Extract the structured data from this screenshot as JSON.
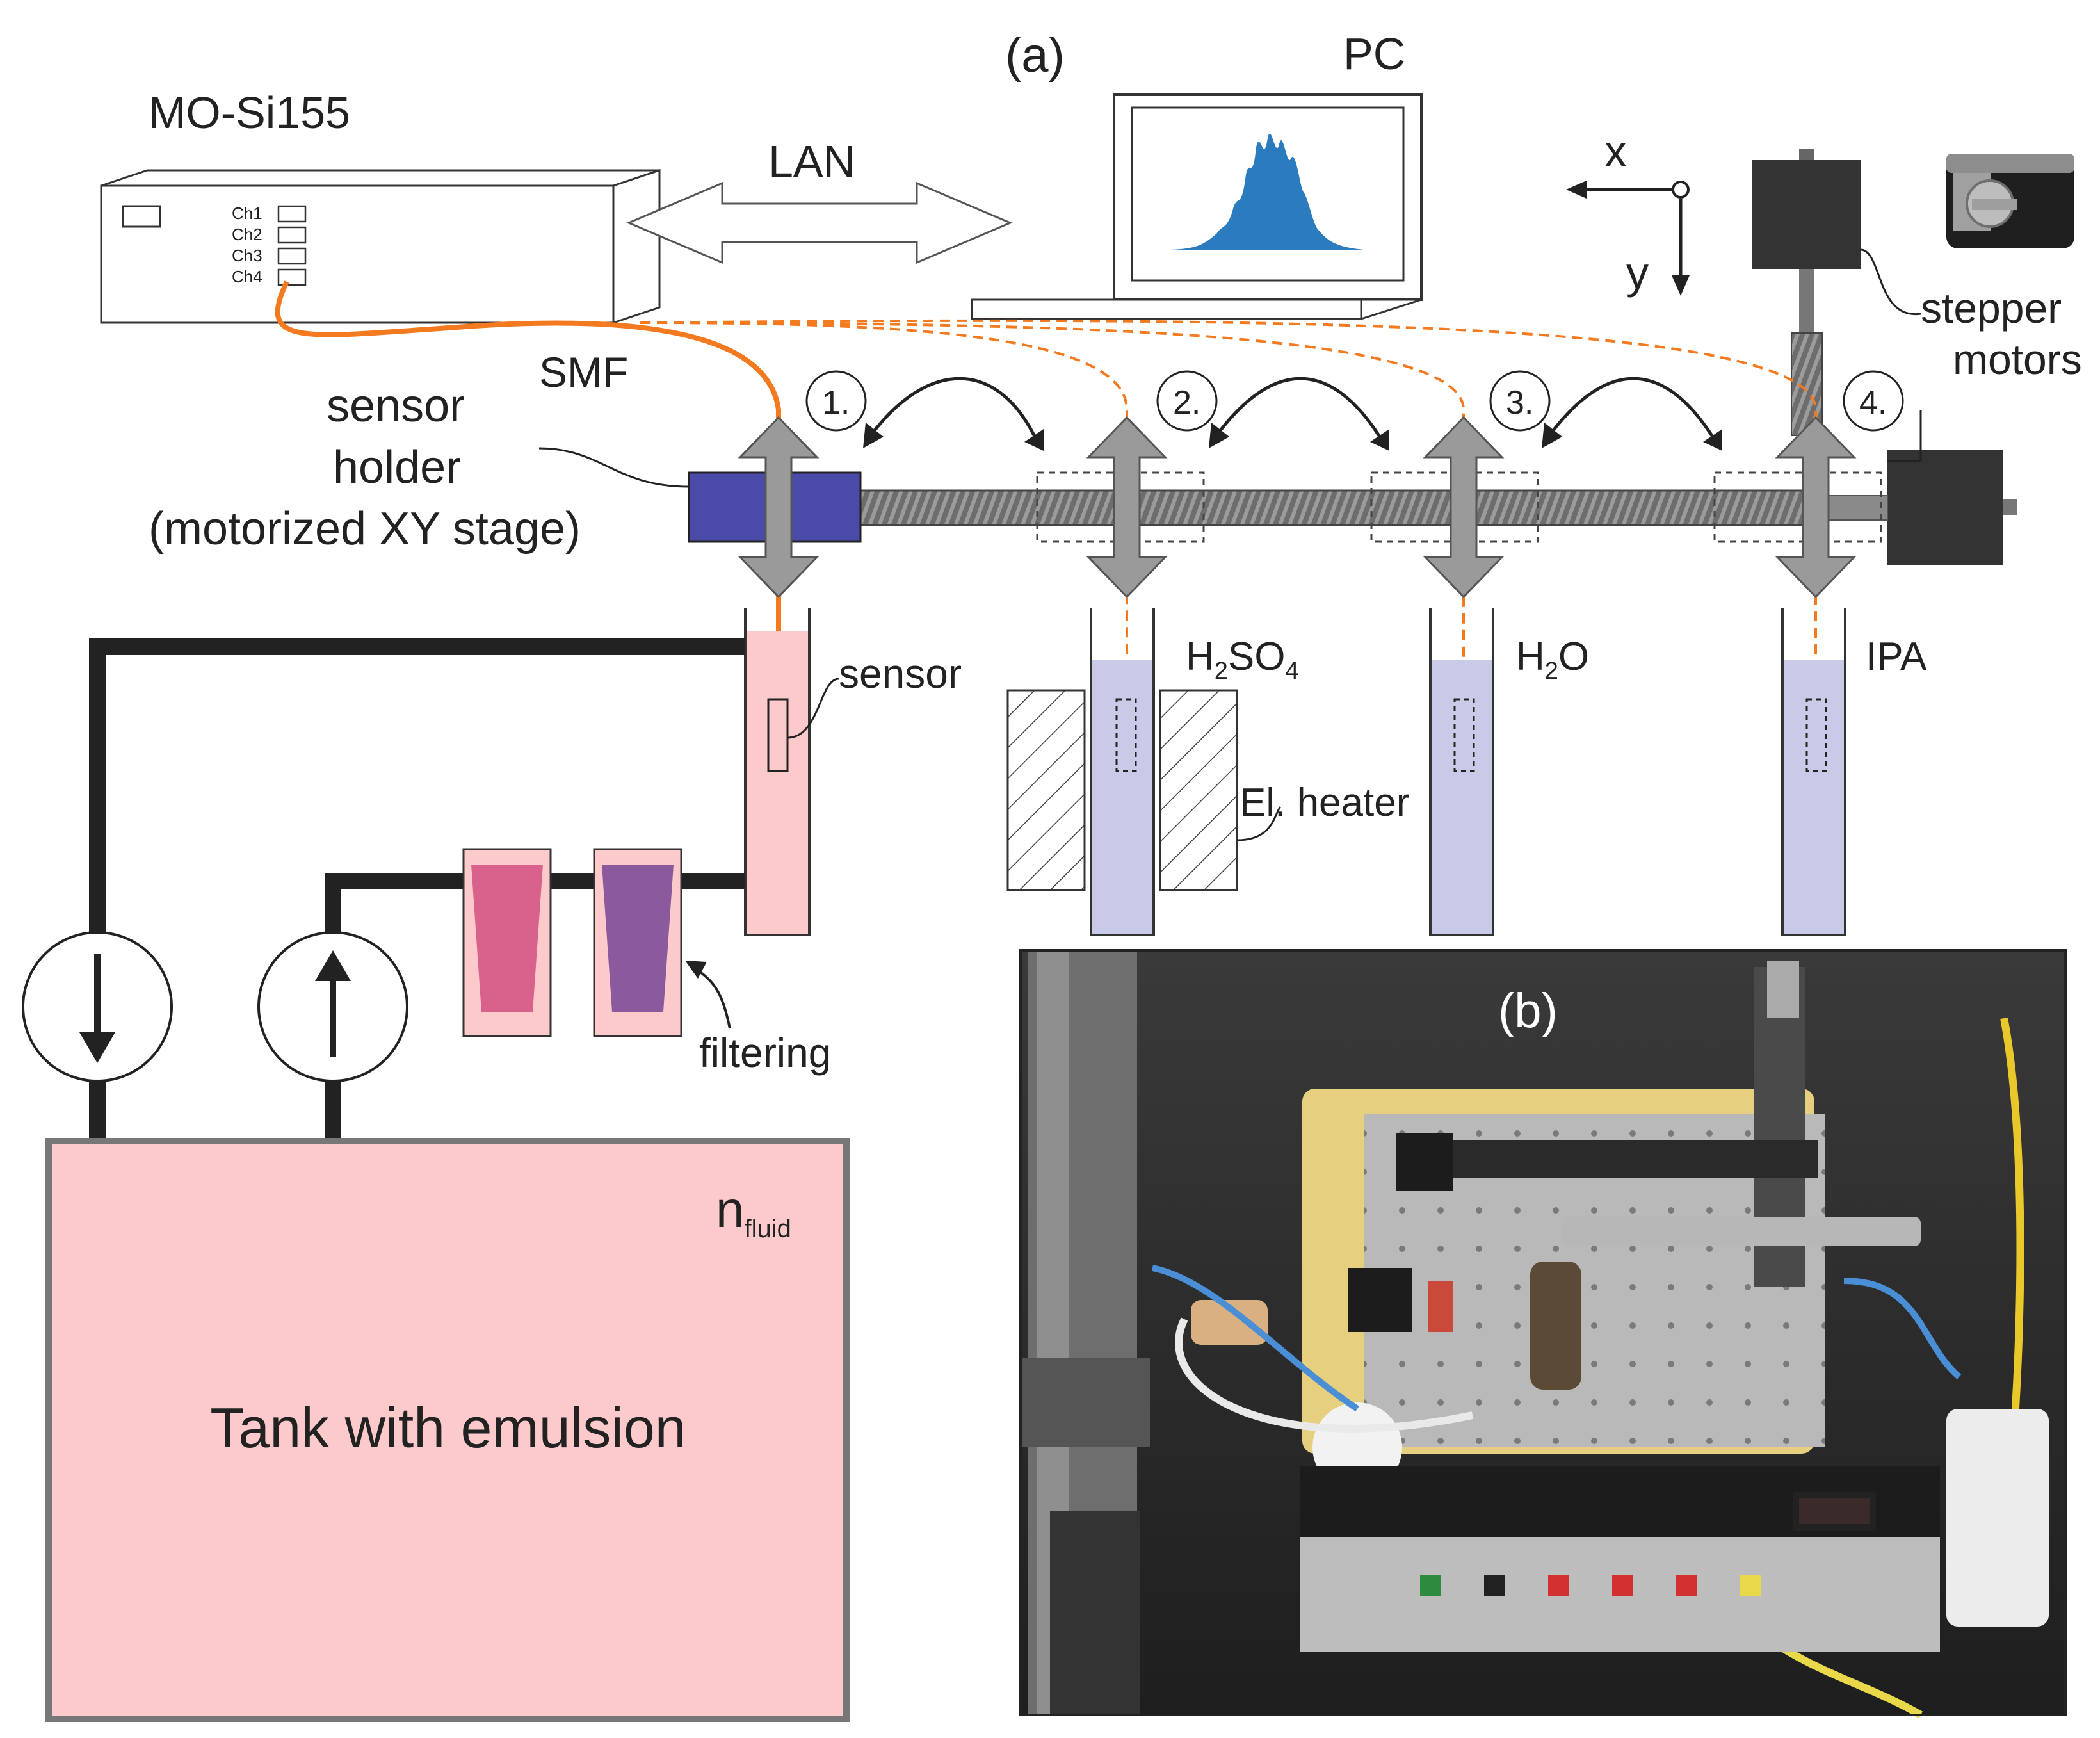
{
  "panel_a": {
    "label": "(a)",
    "pc_label": "PC",
    "interrogator_label": "MO-Si155",
    "channels": [
      "Ch1",
      "Ch2",
      "Ch3",
      "Ch4"
    ],
    "lan_label": "LAN",
    "axis_x": "x",
    "axis_y": "y",
    "smf_label": "SMF",
    "sensor_holder_line1": "sensor",
    "sensor_holder_line2": "holder",
    "sensor_holder_line3": "(motorized XY stage)",
    "steps": [
      "1.",
      "2.",
      "3.",
      "4."
    ],
    "stepper_line1": "stepper",
    "stepper_line2": "motors",
    "sensor_label": "sensor",
    "h2so4_main": "H",
    "h2so4_sub1": "2",
    "h2so4_mid": "SO",
    "h2so4_sub2": "4",
    "h2o_main": "H",
    "h2o_sub": "2",
    "h2o_end": "O",
    "ipa_label": "IPA",
    "heater_label": "El. heater",
    "filtering_label": "filtering",
    "tank_label": "Tank with emulsion",
    "n_main": "n",
    "n_sub": "fluid"
  },
  "panel_b": {
    "label": "(b)"
  },
  "colors": {
    "fiber_orange": "#f47a20",
    "stage_blue": "#4a4aa8",
    "fluid_pink": "#fccaca",
    "liquid_lavender": "#c9c9e8",
    "filter_magenta": "#d9628c",
    "filter_violet": "#8b5a9e",
    "spectrum_blue": "#2b7bbf",
    "motor_dark": "#333333"
  }
}
